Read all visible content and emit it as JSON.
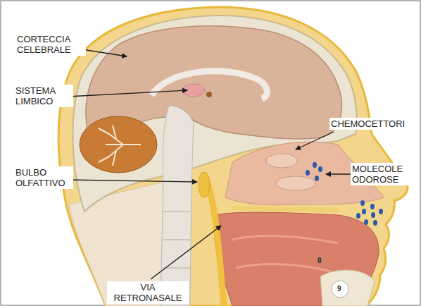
{
  "diagram": {
    "labels": [
      "CORTECCIA CELEBRALE",
      "SISTEMA LIMBICO",
      "CHEMOCETTORI",
      "MOLECOLE ODOROSE",
      "BULBO OLFATTIVO",
      "VIA RETRONASALE",
      "8",
      "9"
    ]
  }
}
